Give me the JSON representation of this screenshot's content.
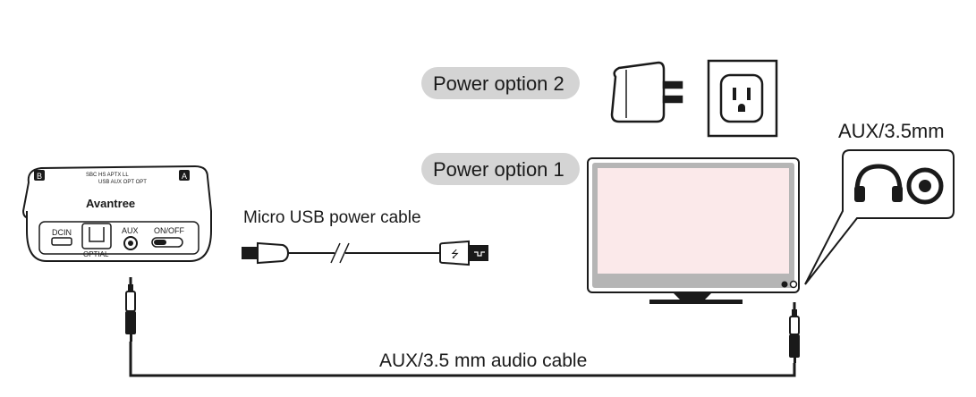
{
  "labels": {
    "power_option_2": "Power option 2",
    "power_option_1": "Power option 1",
    "aux_label": "AUX/3.5mm",
    "micro_usb": "Micro USB power cable",
    "aux_cable": "AUX/3.5 mm audio cable"
  },
  "device": {
    "brand": "Avantree",
    "port_dcin": "DCIN",
    "port_optical": "OPTIAL",
    "port_aux": "AUX",
    "switch_label": "ON/OFF",
    "top_indicators": "USB AUX OPT OPT",
    "top_indicators_2": "SBC HS APTX LL",
    "letter_a": "A",
    "letter_b": "B"
  },
  "colors": {
    "pill_bg": "#d4d4d4",
    "tv_screen": "#fbe9ea",
    "tv_frame": "#9a9a9a",
    "line": "#1a1a1a"
  }
}
